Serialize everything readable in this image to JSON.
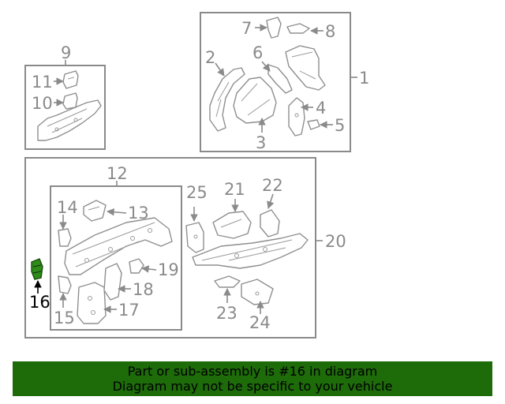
{
  "callouts": {
    "n1": "1",
    "n2": "2",
    "n3": "3",
    "n4": "4",
    "n5": "5",
    "n6": "6",
    "n7": "7",
    "n8": "8",
    "n9": "9",
    "n10": "10",
    "n11": "11",
    "n12": "12",
    "n13": "13",
    "n14": "14",
    "n15": "15",
    "n16": "16",
    "n17": "17",
    "n18": "18",
    "n19": "19",
    "n20": "20",
    "n21": "21",
    "n22": "22",
    "n23": "23",
    "n24": "24",
    "n25": "25"
  },
  "selected_part": "16",
  "colors": {
    "banner_bg": "#1e6b0a",
    "highlight": "#2e8b1a",
    "line_gray": "#8a8a8a"
  },
  "banner": {
    "line1": "Part or sub-assembly is #16 in diagram",
    "line2": "Diagram may not be specific to your vehicle"
  }
}
